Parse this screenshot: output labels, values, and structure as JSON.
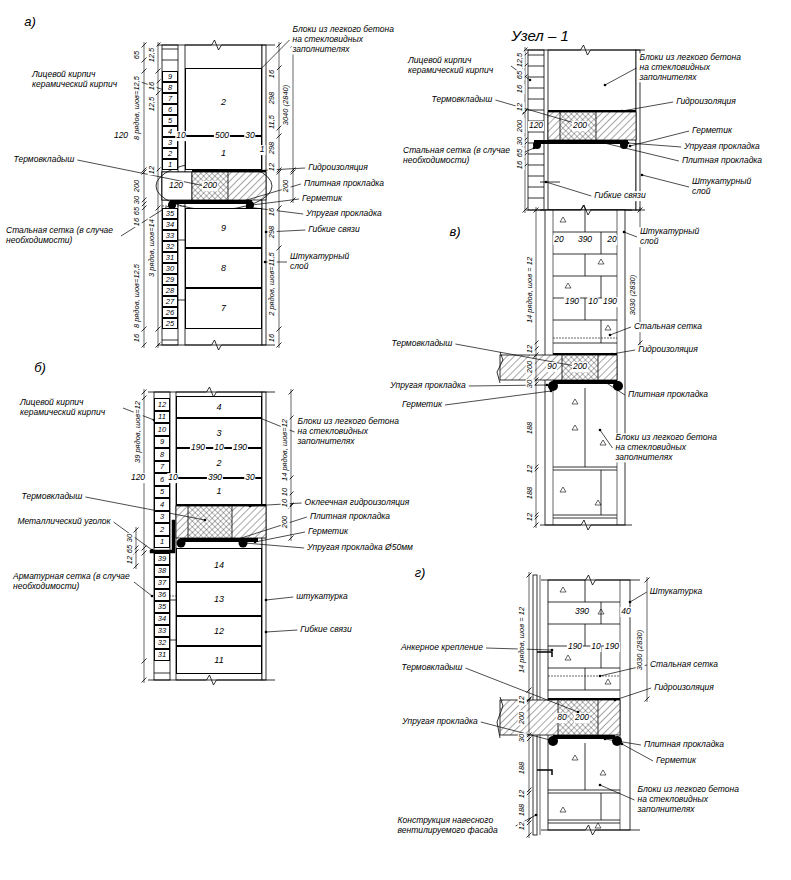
{
  "diagram": {
    "nodes": [
      {
        "text": [
          "9"
        ]
      },
      {
        "text": [
          "8"
        ]
      },
      {
        "text": [
          "7"
        ]
      },
      {
        "text": [
          "6"
        ]
      },
      {
        "text": [
          "5"
        ]
      },
      {
        "text": [
          "4"
        ]
      },
      {
        "text": [
          "3"
        ]
      },
      {
        "text": [
          "2"
        ]
      },
      {
        "text": [
          "1"
        ]
      },
      {
        "text": [
          "2"
        ]
      },
      {
        "text": [
          "1"
        ]
      },
      {
        "text": [
          "35"
        ]
      },
      {
        "text": [
          "34"
        ]
      },
      {
        "text": [
          "33"
        ]
      },
      {
        "text": [
          "32"
        ]
      },
      {
        "text": [
          "31"
        ]
      },
      {
        "text": [
          "30"
        ]
      },
      {
        "text": [
          "29"
        ]
      },
      {
        "text": [
          "28"
        ]
      },
      {
        "text": [
          "27"
        ]
      },
      {
        "text": [
          "26"
        ]
      },
      {
        "text": [
          "25"
        ]
      },
      {
        "text": [
          "9"
        ]
      },
      {
        "text": [
          "8"
        ]
      },
      {
        "text": [
          "7"
        ]
      },
      {
        "text": [
          "12"
        ]
      },
      {
        "text": [
          "11"
        ]
      },
      {
        "text": [
          "10"
        ]
      },
      {
        "text": [
          "9"
        ]
      },
      {
        "text": [
          "8"
        ]
      },
      {
        "text": [
          "7"
        ]
      },
      {
        "text": [
          "6"
        ]
      },
      {
        "text": [
          "5"
        ]
      },
      {
        "text": [
          "4"
        ]
      },
      {
        "text": [
          "3"
        ]
      },
      {
        "text": [
          "2"
        ]
      },
      {
        "text": [
          "1"
        ]
      },
      {
        "text": [
          "4"
        ]
      },
      {
        "text": [
          "3"
        ]
      },
      {
        "text": [
          "2"
        ]
      },
      {
        "text": [
          "1"
        ]
      },
      {
        "text": [
          "39"
        ]
      },
      {
        "text": [
          "38"
        ]
      },
      {
        "text": [
          "37"
        ]
      },
      {
        "text": [
          "36"
        ]
      },
      {
        "text": [
          "35"
        ]
      },
      {
        "text": [
          "34"
        ]
      },
      {
        "text": [
          "33"
        ]
      },
      {
        "text": [
          "32"
        ]
      },
      {
        "text": [
          "31"
        ]
      },
      {
        "text": [
          "14"
        ]
      },
      {
        "text": [
          "13"
        ]
      },
      {
        "text": [
          "12"
        ]
      },
      {
        "text": [
          "11"
        ]
      }
    ],
    "labels": [
      "а)",
      "Лицевой кирпич керамический кирпич",
      "65",
      "12,5",
      "16",
      "12,5",
      "8 рядов, шов=12,5",
      "120",
      "10",
      "500",
      "30",
      "Термовкладыш",
      "12",
      "120",
      "200",
      "200",
      "30",
      "65",
      "16",
      "3 рядов, шов=14",
      "Стальная сетка (в случае необходимости)",
      "8 рядов, шов=12,5",
      "16",
      "Блоки из легкого бетона на стекловидных заполнителях",
      "16",
      "298",
      "11,5",
      "3040 (2840)",
      "298",
      "1",
      "12",
      "200",
      "Гидроизоляция",
      "Плитная прокладка",
      "Герметик",
      "Упругая прокладка",
      "16",
      "Гибкие связи",
      "298",
      "Штукатурный слой",
      "2 рядов, шов=11,5",
      "16",
      "Узел – 1",
      "Лицевой кирпич керамический кирпич",
      "Блоки из легкого бетона на стекловидных заполнителях",
      "Термовкладыш",
      "Гидроизоляция",
      "12,5",
      "65",
      "16",
      "12",
      "120",
      "200",
      "Герметик",
      "200",
      "30",
      "Упругая прокладка",
      "Стальная сетка (в случае необходимости)",
      "65",
      "Плитная прокладка",
      "16",
      "Штукатурный слой",
      "Гибкие связи",
      "б)",
      "Лицевой кирпич керамический кирпич",
      "39 рядов, шов=12",
      "Блоки из легкого бетона на стекловидных заполнителях",
      "190",
      "10",
      "190",
      "14 рядов, шов=12",
      "120",
      "10",
      "390",
      "30",
      "10",
      "Термовкладыш",
      "Оклеечная гидроизоляция",
      "10",
      "Плитная прокладка",
      "Металлический уголок",
      "200",
      "Герметик",
      "30",
      "Упругая прокладка Ø50мм",
      "65",
      "12",
      "Арматурная сетка (в случае необходимости)",
      "штукатурка",
      "Гибкие связи",
      "в)",
      "Штукатурный слой",
      "20",
      "390",
      "20",
      "14 рядов, шов = 12",
      "190",
      "10",
      "190",
      "3030 (2830)",
      "Стальная сетка",
      "Термовкладыш",
      "12",
      "Гидроизоляция",
      "200",
      "90",
      "200",
      "Упругая прокладка",
      "30",
      "Плитная прокладка",
      "Герметик",
      "188",
      "12",
      "Блоки из легкого бетона на стекловидных заполнителях",
      "188",
      "12",
      "г)",
      "Штукатурка",
      "390",
      "40",
      "14 рядов, шов = 12",
      "Анкерное крепление",
      "190",
      "10",
      "190",
      "3030 (2830)",
      "Стальная сетка",
      "Термовкладыш",
      "Гидроизоляция",
      "12",
      "200",
      "80",
      "200",
      "Упругая прокладка",
      "30",
      "Плитная прокладка",
      "Герметик",
      "188",
      "Блоки из легкого бетона на стекловидных заполнителях",
      "12",
      "188",
      "12",
      "Конструкция навесного вентилируемого фасада"
    ]
  }
}
